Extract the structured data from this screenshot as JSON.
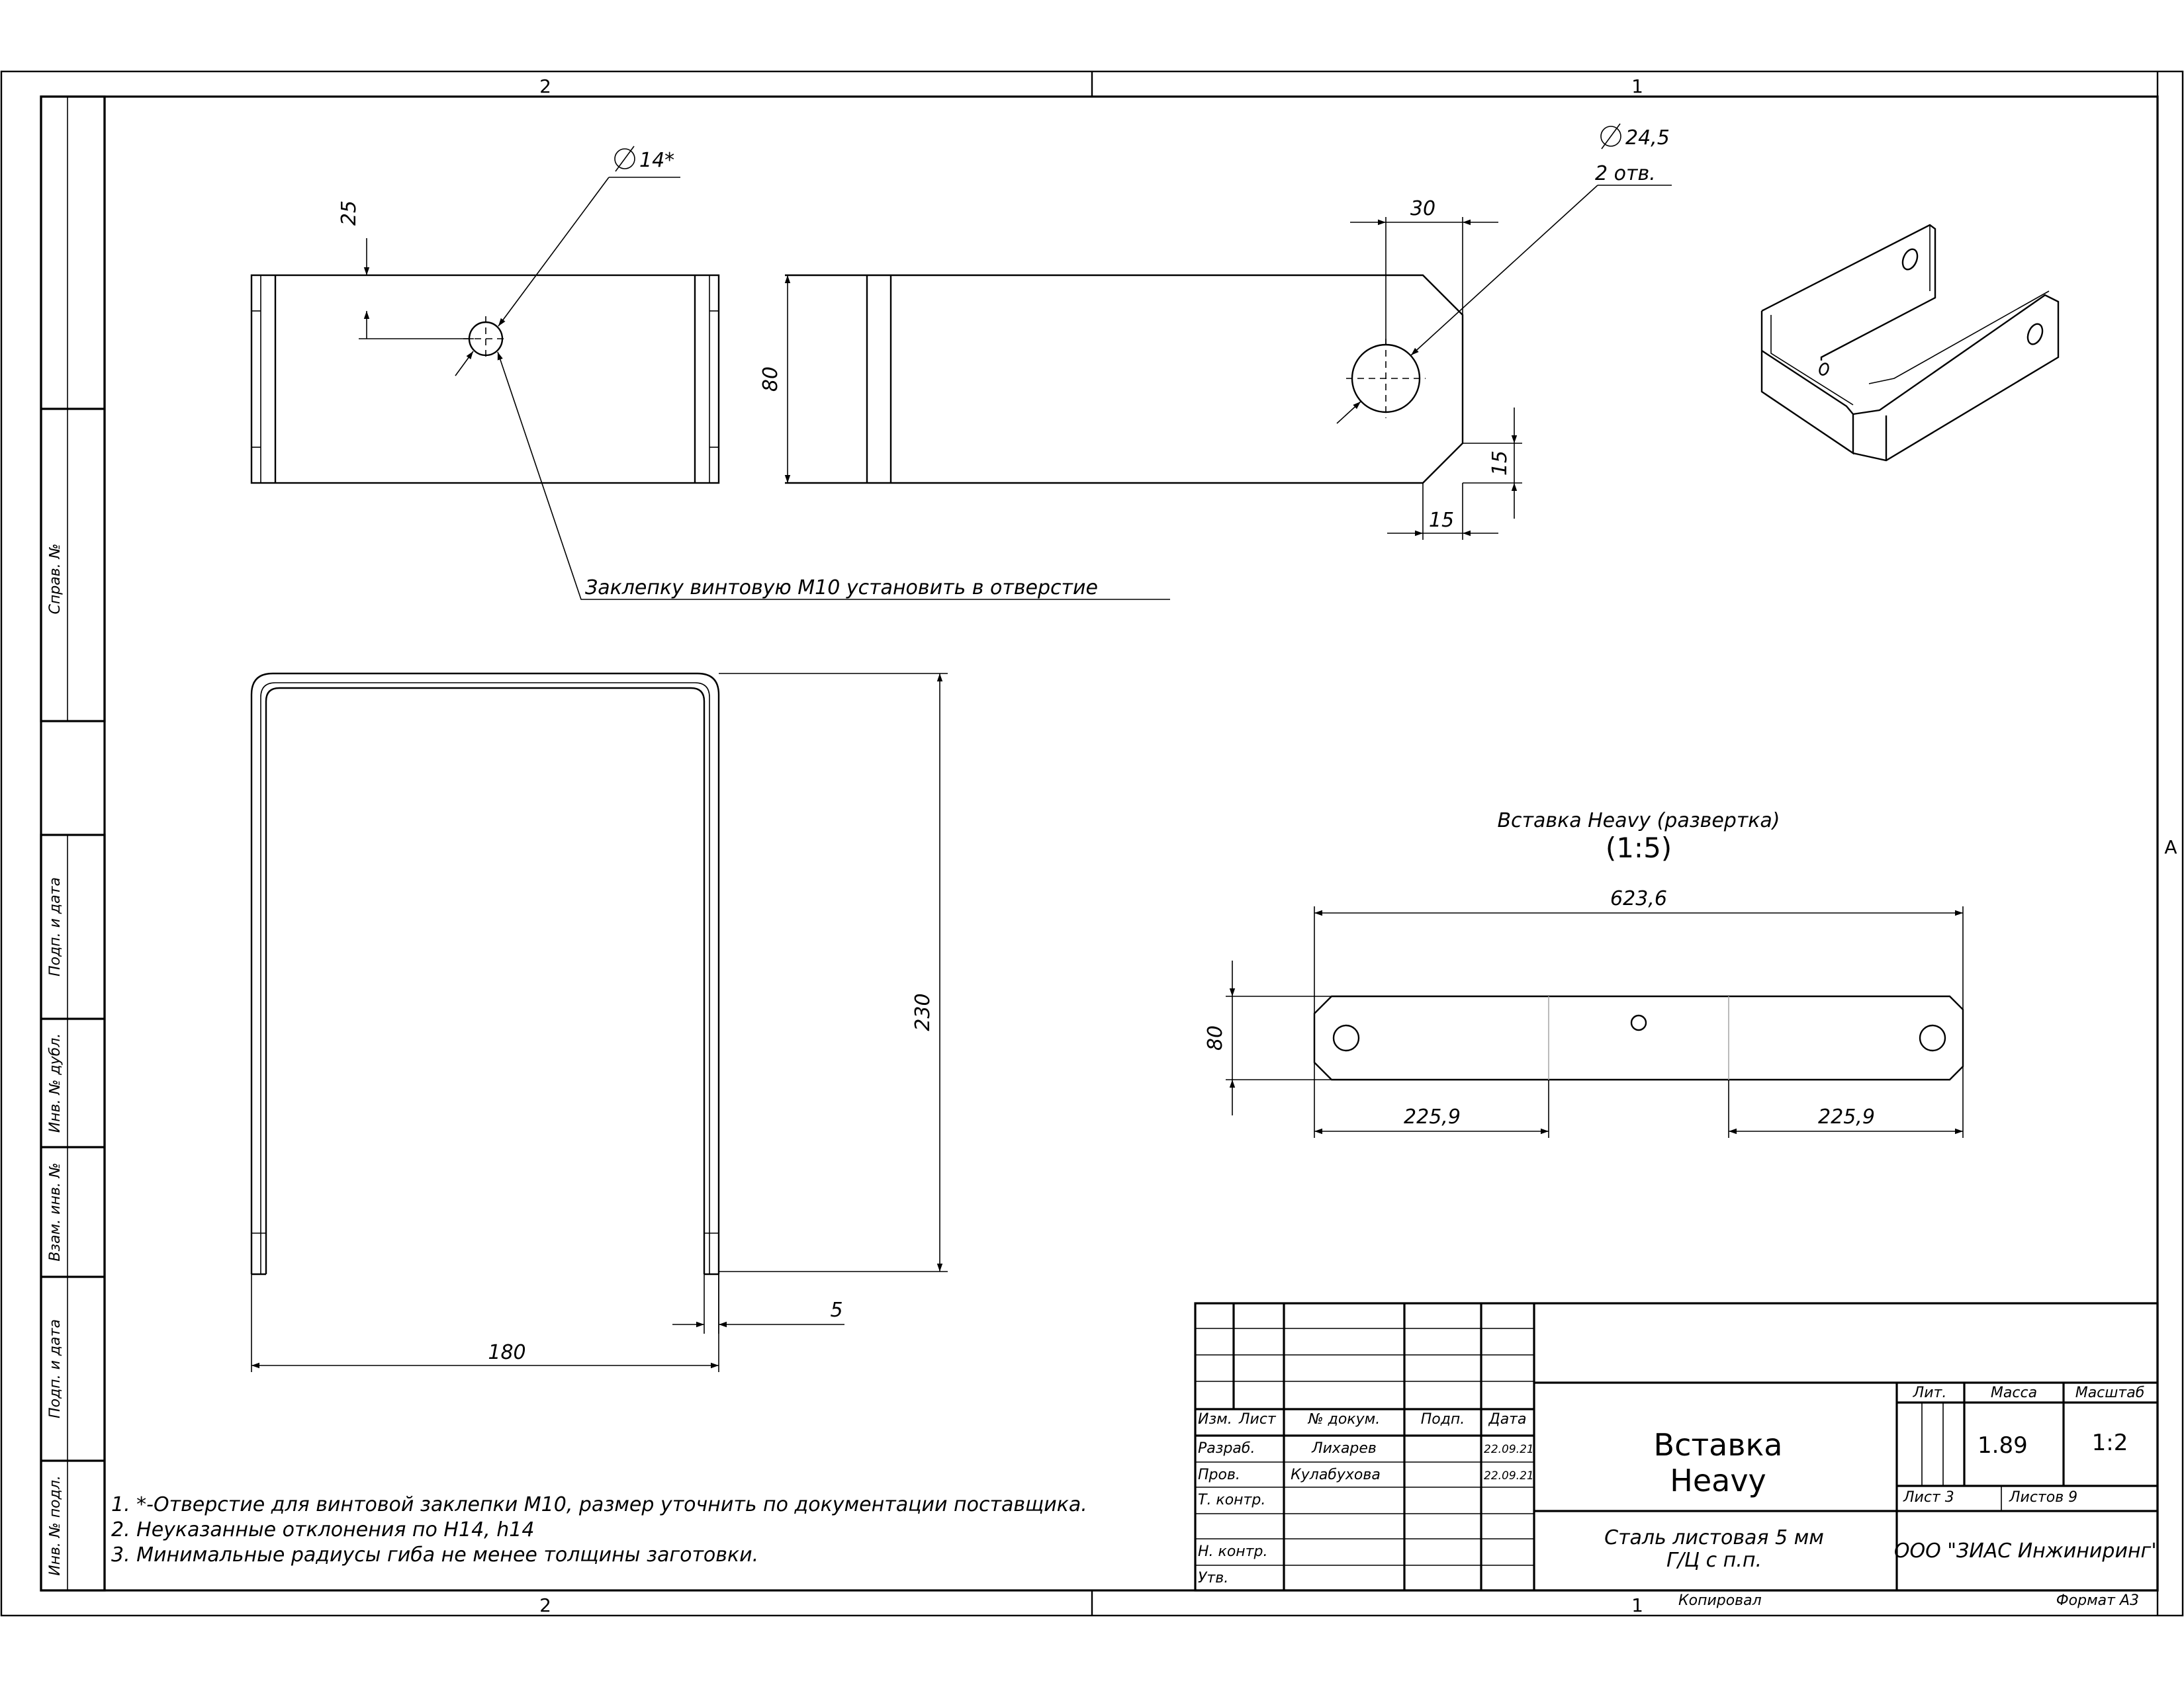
{
  "zones": {
    "top_left": "2",
    "top_right": "1",
    "bottom_left": "2",
    "bottom_right": "1",
    "right_side": "A"
  },
  "side_stamp": [
    "Справ. №",
    "Подп. и дата",
    "Инв. № дубл.",
    "Взам. инв. №",
    "Подп. и дата",
    "Инв. № подл."
  ],
  "dimensions": {
    "hole_dia_front": "14*",
    "hole_offset_front": "25",
    "hole_dia_side": "24,5",
    "hole_count_side": "2 отв.",
    "side_hole_pos": "30",
    "side_height": "80",
    "chamfer_v": "15",
    "chamfer_h": "15",
    "overall_height": "230",
    "wall_thickness": "5",
    "overall_width": "180",
    "flat_total": "623,6",
    "flat_height": "80",
    "flat_left": "225,9",
    "flat_right": "225,9"
  },
  "callout_note": "Заклепку винтовую  М10 установить в отверстие",
  "flat_title": "Вставка Heavy (развертка)",
  "flat_scale": "(1:5)",
  "notes": [
    "1. *-Отверстие для винтовой заклепки М10, размер уточнить по документации поставщика.",
    "2. Неуказанные отклонения по H14, h14",
    "3. Минимальные радиусы гиба не менее толщины заготовки."
  ],
  "title_block": {
    "col_headers": [
      "Изм.",
      "Лист",
      "№ докум.",
      "Подп.",
      "Дата"
    ],
    "roles": [
      "Разраб.",
      "Пров.",
      "Т. контр.",
      "Н. контр.",
      "Утв."
    ],
    "developer": "Лихарев",
    "checker": "Кулабухова",
    "developer_date": "22.09.21",
    "checker_date": "22.09.21",
    "title_line1": "Вставка",
    "title_line2": "Heavy",
    "material_line1": "Сталь листовая 5 мм",
    "material_line2": "Г/Ц с п.п.",
    "lit_label": "Лит.",
    "mass_label": "Масса",
    "scale_label": "Масштаб",
    "mass": "1.89",
    "scale": "1:2",
    "sheet": "Лист 3",
    "sheets": "Листов 9",
    "company": "ООО \"ЗИАС Инжиниринг\"",
    "copied": "Копировал",
    "format": "Формат А3"
  }
}
